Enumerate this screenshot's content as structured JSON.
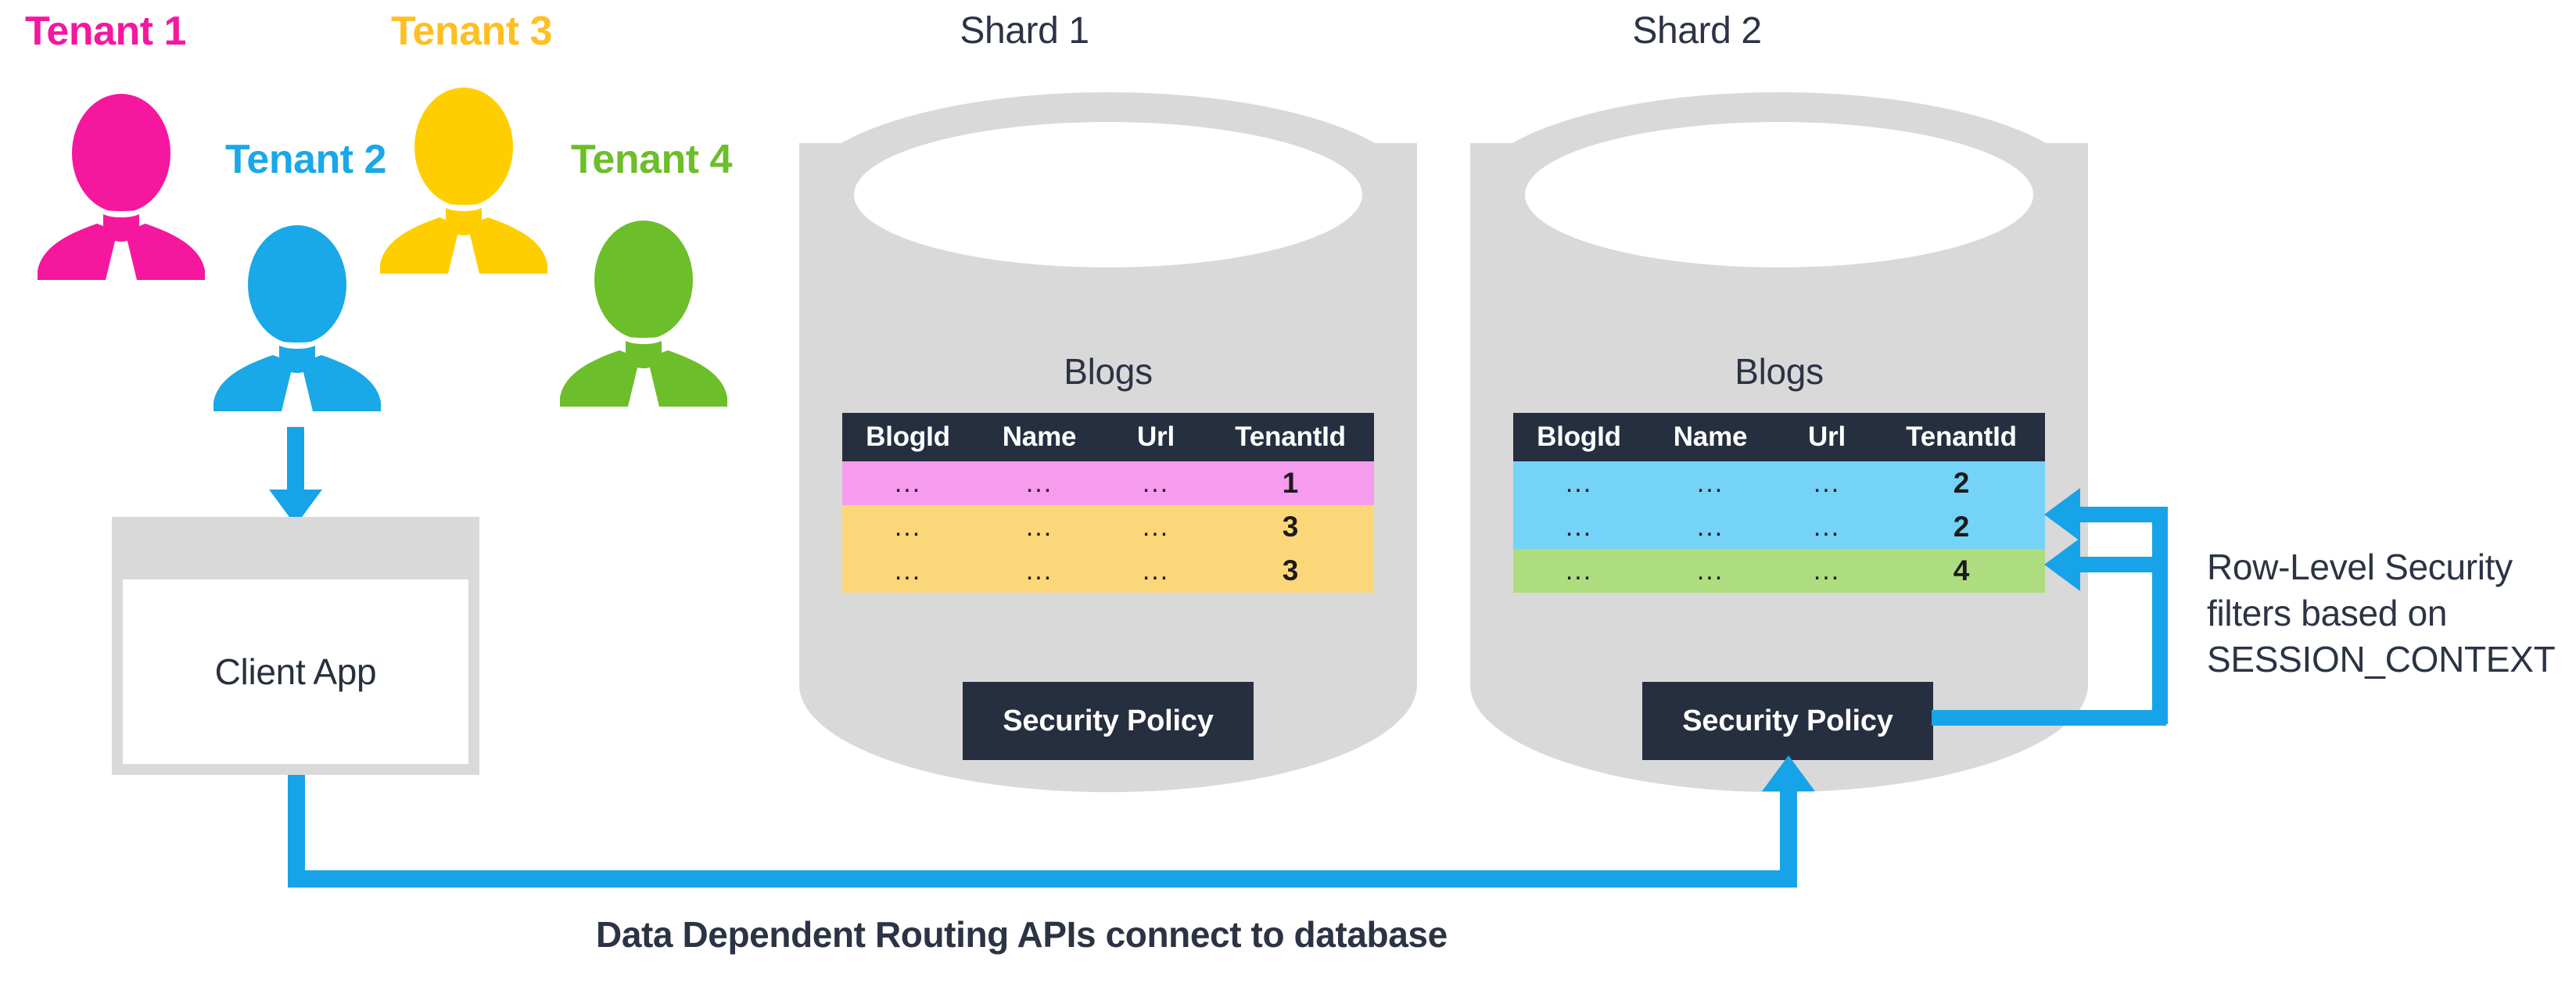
{
  "colors": {
    "accent_blue": "#17a3e8",
    "dark_navy": "#262f3f",
    "grey_fill": "#d9d9d9",
    "tenant1": "#f5179e",
    "tenant2": "#19a8e8",
    "tenant3": "#ffce00",
    "tenant4": "#6cbe2a",
    "row_pink": "#f79bee",
    "row_yellow": "#fcd77a",
    "row_blue": "#74d3f7",
    "row_green": "#aedd7f"
  },
  "tenants": [
    {
      "label": "Tenant 1",
      "label_color": "#f5179e",
      "icon_color": "#f5179e",
      "icon_name": "person-icon-tenant-1"
    },
    {
      "label": "Tenant 2",
      "label_color": "#19a8e8",
      "icon_color": "#19a8e8",
      "icon_name": "person-icon-tenant-2"
    },
    {
      "label": "Tenant 3",
      "label_color": "#ffbf22",
      "icon_color": "#ffce00",
      "icon_name": "person-icon-tenant-3"
    },
    {
      "label": "Tenant 4",
      "label_color": "#6cbe2a",
      "icon_color": "#6cbe2a",
      "icon_name": "person-icon-tenant-4"
    }
  ],
  "client_app": {
    "label": "Client App"
  },
  "shards": [
    {
      "title": "Shard 1",
      "table_title": "Blogs",
      "columns": [
        "BlogId",
        "Name",
        "Url",
        "TenantId"
      ],
      "rows": [
        {
          "BlogId": "...",
          "Name": "...",
          "Url": "...",
          "TenantId": "1",
          "color": "#f79bee"
        },
        {
          "BlogId": "...",
          "Name": "...",
          "Url": "...",
          "TenantId": "3",
          "color": "#fcd77a"
        },
        {
          "BlogId": "...",
          "Name": "...",
          "Url": "...",
          "TenantId": "3",
          "color": "#fcd77a"
        }
      ],
      "security_policy_label": "Security Policy"
    },
    {
      "title": "Shard 2",
      "table_title": "Blogs",
      "columns": [
        "BlogId",
        "Name",
        "Url",
        "TenantId"
      ],
      "rows": [
        {
          "BlogId": "...",
          "Name": "...",
          "Url": "...",
          "TenantId": "2",
          "color": "#74d3f7"
        },
        {
          "BlogId": "...",
          "Name": "...",
          "Url": "...",
          "TenantId": "2",
          "color": "#74d3f7"
        },
        {
          "BlogId": "...",
          "Name": "...",
          "Url": "...",
          "TenantId": "4",
          "color": "#aedd7f"
        }
      ],
      "security_policy_label": "Security Policy"
    }
  ],
  "annotations": {
    "rls_note_line1": "Row-Level Security",
    "rls_note_line2": "filters based on",
    "rls_note_line3": "SESSION_CONTEXT",
    "routing_caption": "Data Dependent Routing APIs connect to database"
  }
}
